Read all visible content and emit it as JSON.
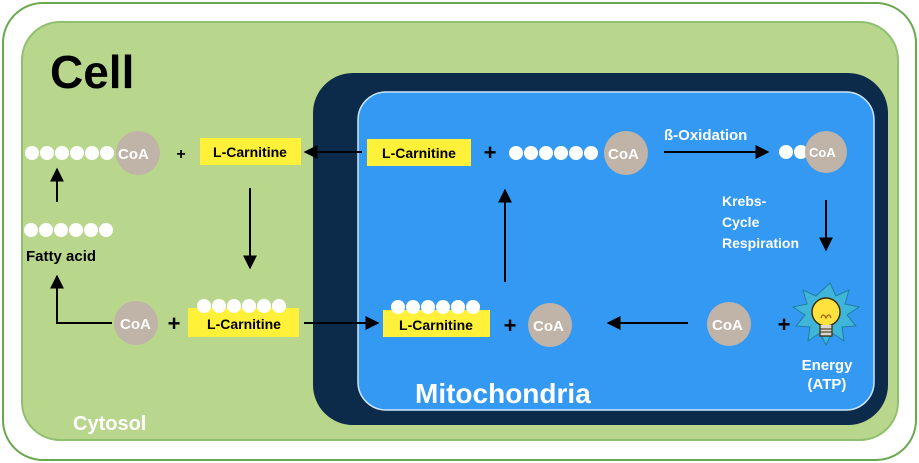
{
  "labels": {
    "cell": "Cell",
    "cytosol": "Cytosol",
    "mitochondria": "Mitochondria",
    "fatty_acid": "Fatty acid",
    "beta_oxidation": "ß-Oxidation",
    "krebs_line1": "Krebs-",
    "krebs_line2": "Cycle",
    "krebs_line3": "Respiration",
    "energy_line1": "Energy",
    "energy_line2": "(ATP)",
    "coa": "CoA",
    "l_carnitine": "L-Carnitine",
    "plus": "+"
  },
  "colors": {
    "cell_fill": "#b8d68c",
    "outer_border": "#6aa84f",
    "mito_outer": "#0c2a4a",
    "mito_inner": "#3399f3",
    "carnitine_box": "#fff13a",
    "coa_circle": "#c0b3a8",
    "bead": "#ffffff",
    "arrow": "#000000"
  },
  "icons": {
    "energy": "lightbulb-icon"
  }
}
